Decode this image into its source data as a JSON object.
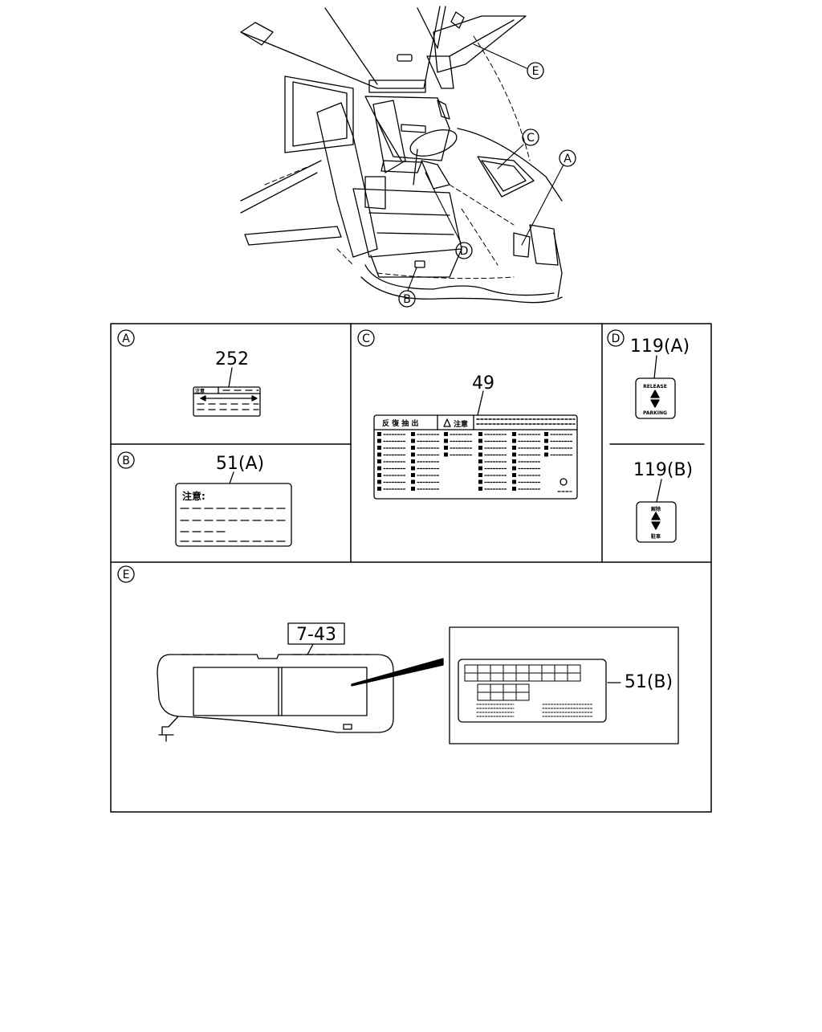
{
  "callouts": {
    "top": [
      "E",
      "C",
      "A",
      "D",
      "B"
    ]
  },
  "panels": {
    "a": {
      "letter": "A",
      "part_no": "252",
      "label_heading": "注意"
    },
    "b": {
      "letter": "B",
      "part_no": "51(A)",
      "label_heading": "注意:"
    },
    "c": {
      "letter": "C",
      "part_no": "49",
      "label_heading_left": "反 復 抽 出",
      "label_heading_right": "注意"
    },
    "d": {
      "letter": "D",
      "part_no_a": "119(A)",
      "knob_a_top": "RELEASE",
      "knob_a_bottom": "PARKING",
      "part_no_b": "119(B)",
      "knob_b_top": "解除",
      "knob_b_bottom": "駐車"
    },
    "e": {
      "letter": "E",
      "ref_no": "7-43",
      "part_no": "51(B)"
    }
  },
  "colors": {
    "line": "#000000",
    "background": "#ffffff"
  }
}
